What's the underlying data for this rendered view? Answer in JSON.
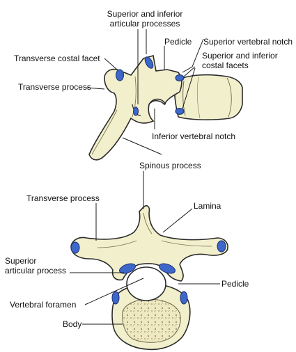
{
  "colors": {
    "bone_fill": "#f1efcc",
    "bone_stroke": "#2b2b2b",
    "facet_fill": "#3d67c9",
    "facet_stroke": "#1a2f6e",
    "leader": "#1a1a1a",
    "text": "#111111"
  },
  "lateral_view": {
    "label_articular": [
      "Superior and inferior",
      "articular processes"
    ],
    "label_pedicle": "Pedicle",
    "label_sup_notch": "Superior vertebral notch",
    "label_costal_facets": [
      "Superior and inferior",
      "costal facets"
    ],
    "label_transverse_facet": "Transverse costal facet",
    "label_transverse_process": "Transverse process",
    "label_inf_notch": "Inferior vertebral notch"
  },
  "superior_view": {
    "label_spinous": "Spinous process",
    "label_transverse": "Transverse process",
    "label_lamina": "Lamina",
    "label_sup_articular": [
      "Superior",
      "articular process"
    ],
    "label_pedicle": "Pedicle",
    "label_foramen": "Vertebral foramen",
    "label_body": "Body"
  }
}
